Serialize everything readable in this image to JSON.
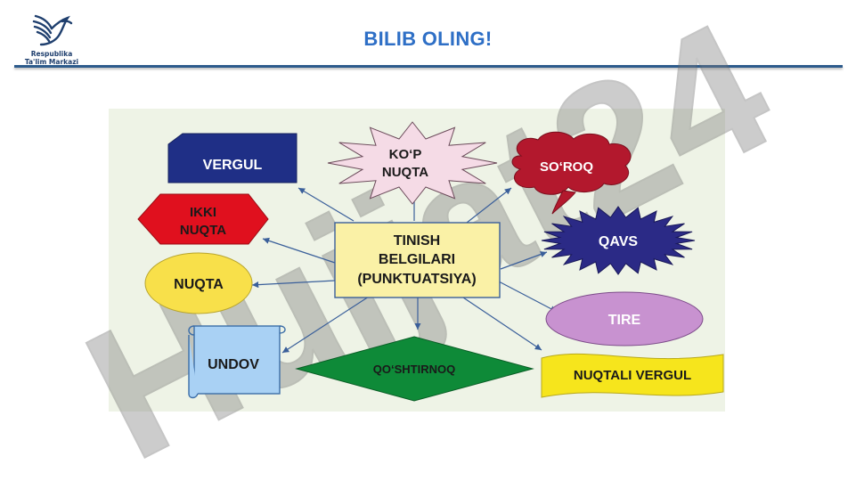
{
  "header": {
    "title": "BILIB OLING!",
    "logo_line1": "Respublika",
    "logo_line2": "Ta'lim Markazi"
  },
  "diagram": {
    "center": {
      "line1": "TINISH",
      "line2": "BELGILARI",
      "line3": "(PUNKTUATSIYA)"
    },
    "nodes": {
      "vergul": "VERGUL",
      "ikki_nuqta_1": "IKKI",
      "ikki_nuqta_2": "NUQTA",
      "nuqta": "NUQTA",
      "undov": "UNDOV",
      "qoshtirnoq": "QO‘SHTIRNOQ",
      "nuqtali_vergul": "NUQTALI VERGUL",
      "tire": "TIRE",
      "qavs": "QAVS",
      "soroq": "SO‘ROQ",
      "kop_nuqta_1": "KO‘P",
      "kop_nuqta_2": "NUQTA"
    }
  },
  "watermark": "Hujjat24",
  "colors": {
    "title": "#2e6fc6",
    "panel": "#eef3e6",
    "vergul": "#1f2f86",
    "ikki_nuqta": "#e0101e",
    "nuqta": "#f8e04a",
    "undov": "#a9d1f4",
    "qoshtirnoq": "#0e8a38",
    "nuqtali_vergul": "#f6e51c",
    "tire": "#c892d0",
    "qavs": "#2b2a86",
    "soroq": "#b3182d",
    "kop_nuqta": "#f5dbe6",
    "center": "#faf1a6"
  }
}
